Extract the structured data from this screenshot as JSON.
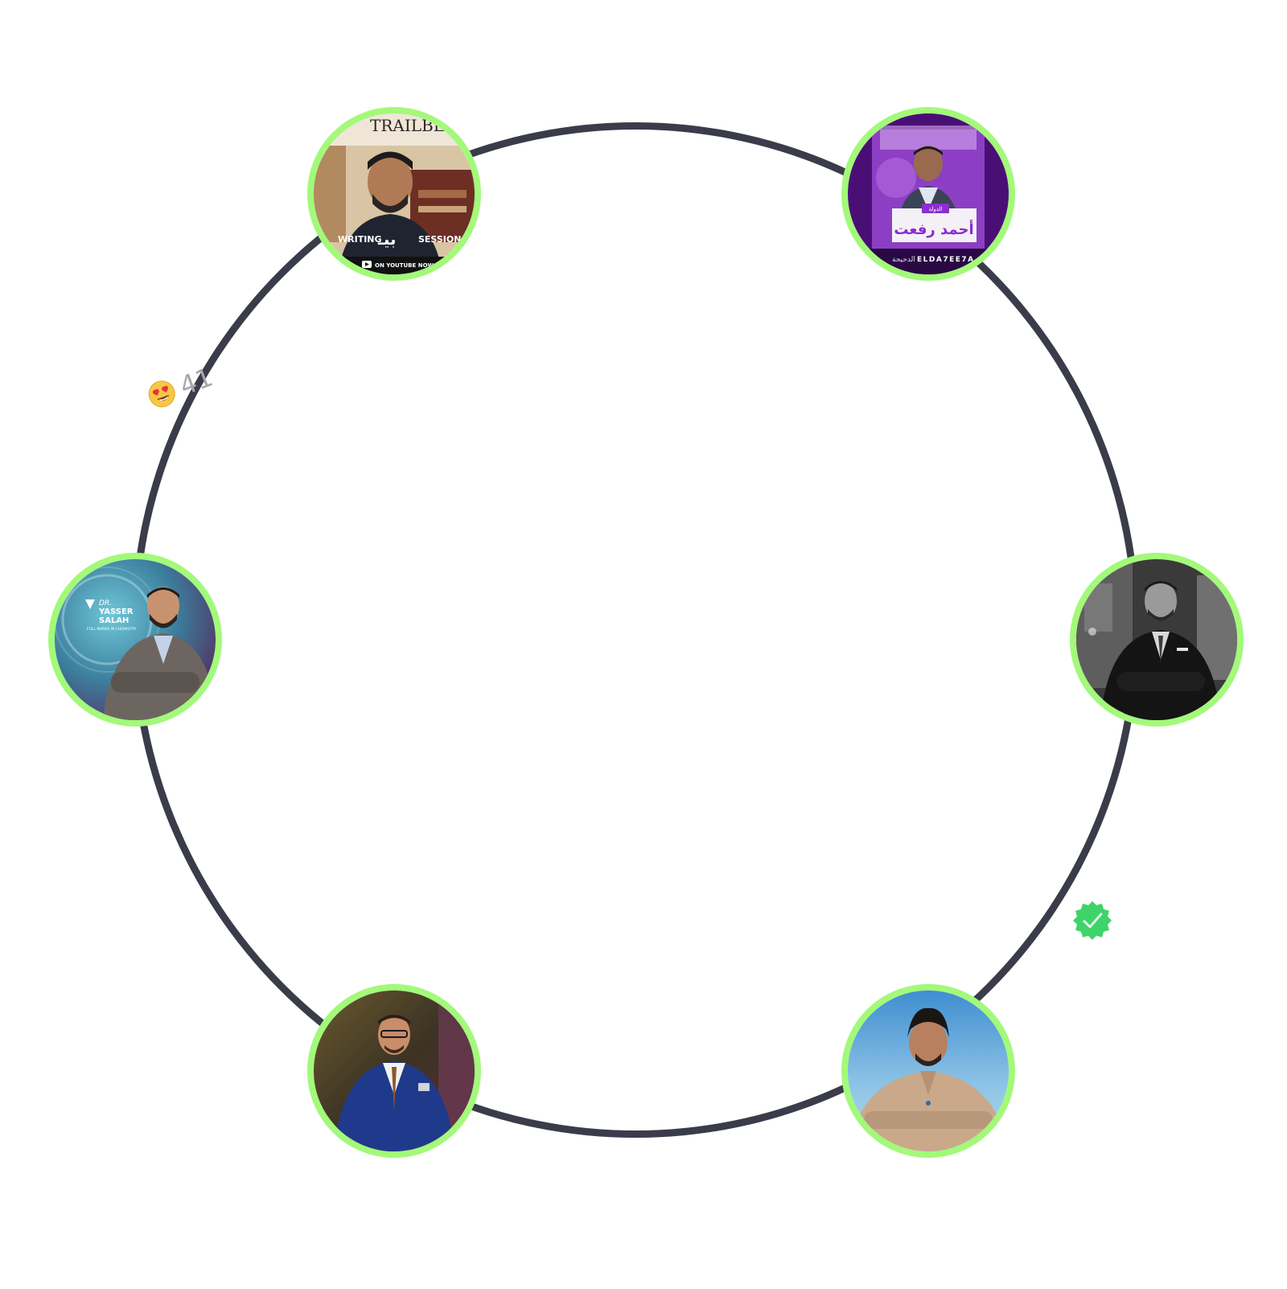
{
  "orbit": {
    "ring_color": "#3a3c4a",
    "avatar_border_color": "#a3f97a"
  },
  "avatars": [
    {
      "name": "avatar-trailblazer",
      "texts": {
        "banner": "TRAILBLA",
        "left_label": "WRITING",
        "right_label": "SESSION",
        "arabic": "بيـ",
        "footer": "ON YOUTUBE NOW"
      }
    },
    {
      "name": "avatar-elda7ee7a",
      "texts": {
        "tag": "الدولة",
        "arabic_name": "أحمد رفعت",
        "footer_arabic": "الدحيحة",
        "footer_latin": "ELDA7EE7A"
      }
    },
    {
      "name": "avatar-yasser-salah",
      "texts": {
        "dr": "DR.",
        "line1": "YASSER",
        "line2": "SALAH",
        "subtitle": "FULL MARKS IN CHEMISTRY"
      }
    },
    {
      "name": "avatar-bw-suit"
    },
    {
      "name": "avatar-blue-suit"
    },
    {
      "name": "avatar-beige-shirt"
    }
  ],
  "reaction": {
    "emoji": "heart-eyes-emoji",
    "count": "41"
  },
  "verified_badge": {
    "icon": "verified-check-icon",
    "color": "#3ed46a"
  }
}
